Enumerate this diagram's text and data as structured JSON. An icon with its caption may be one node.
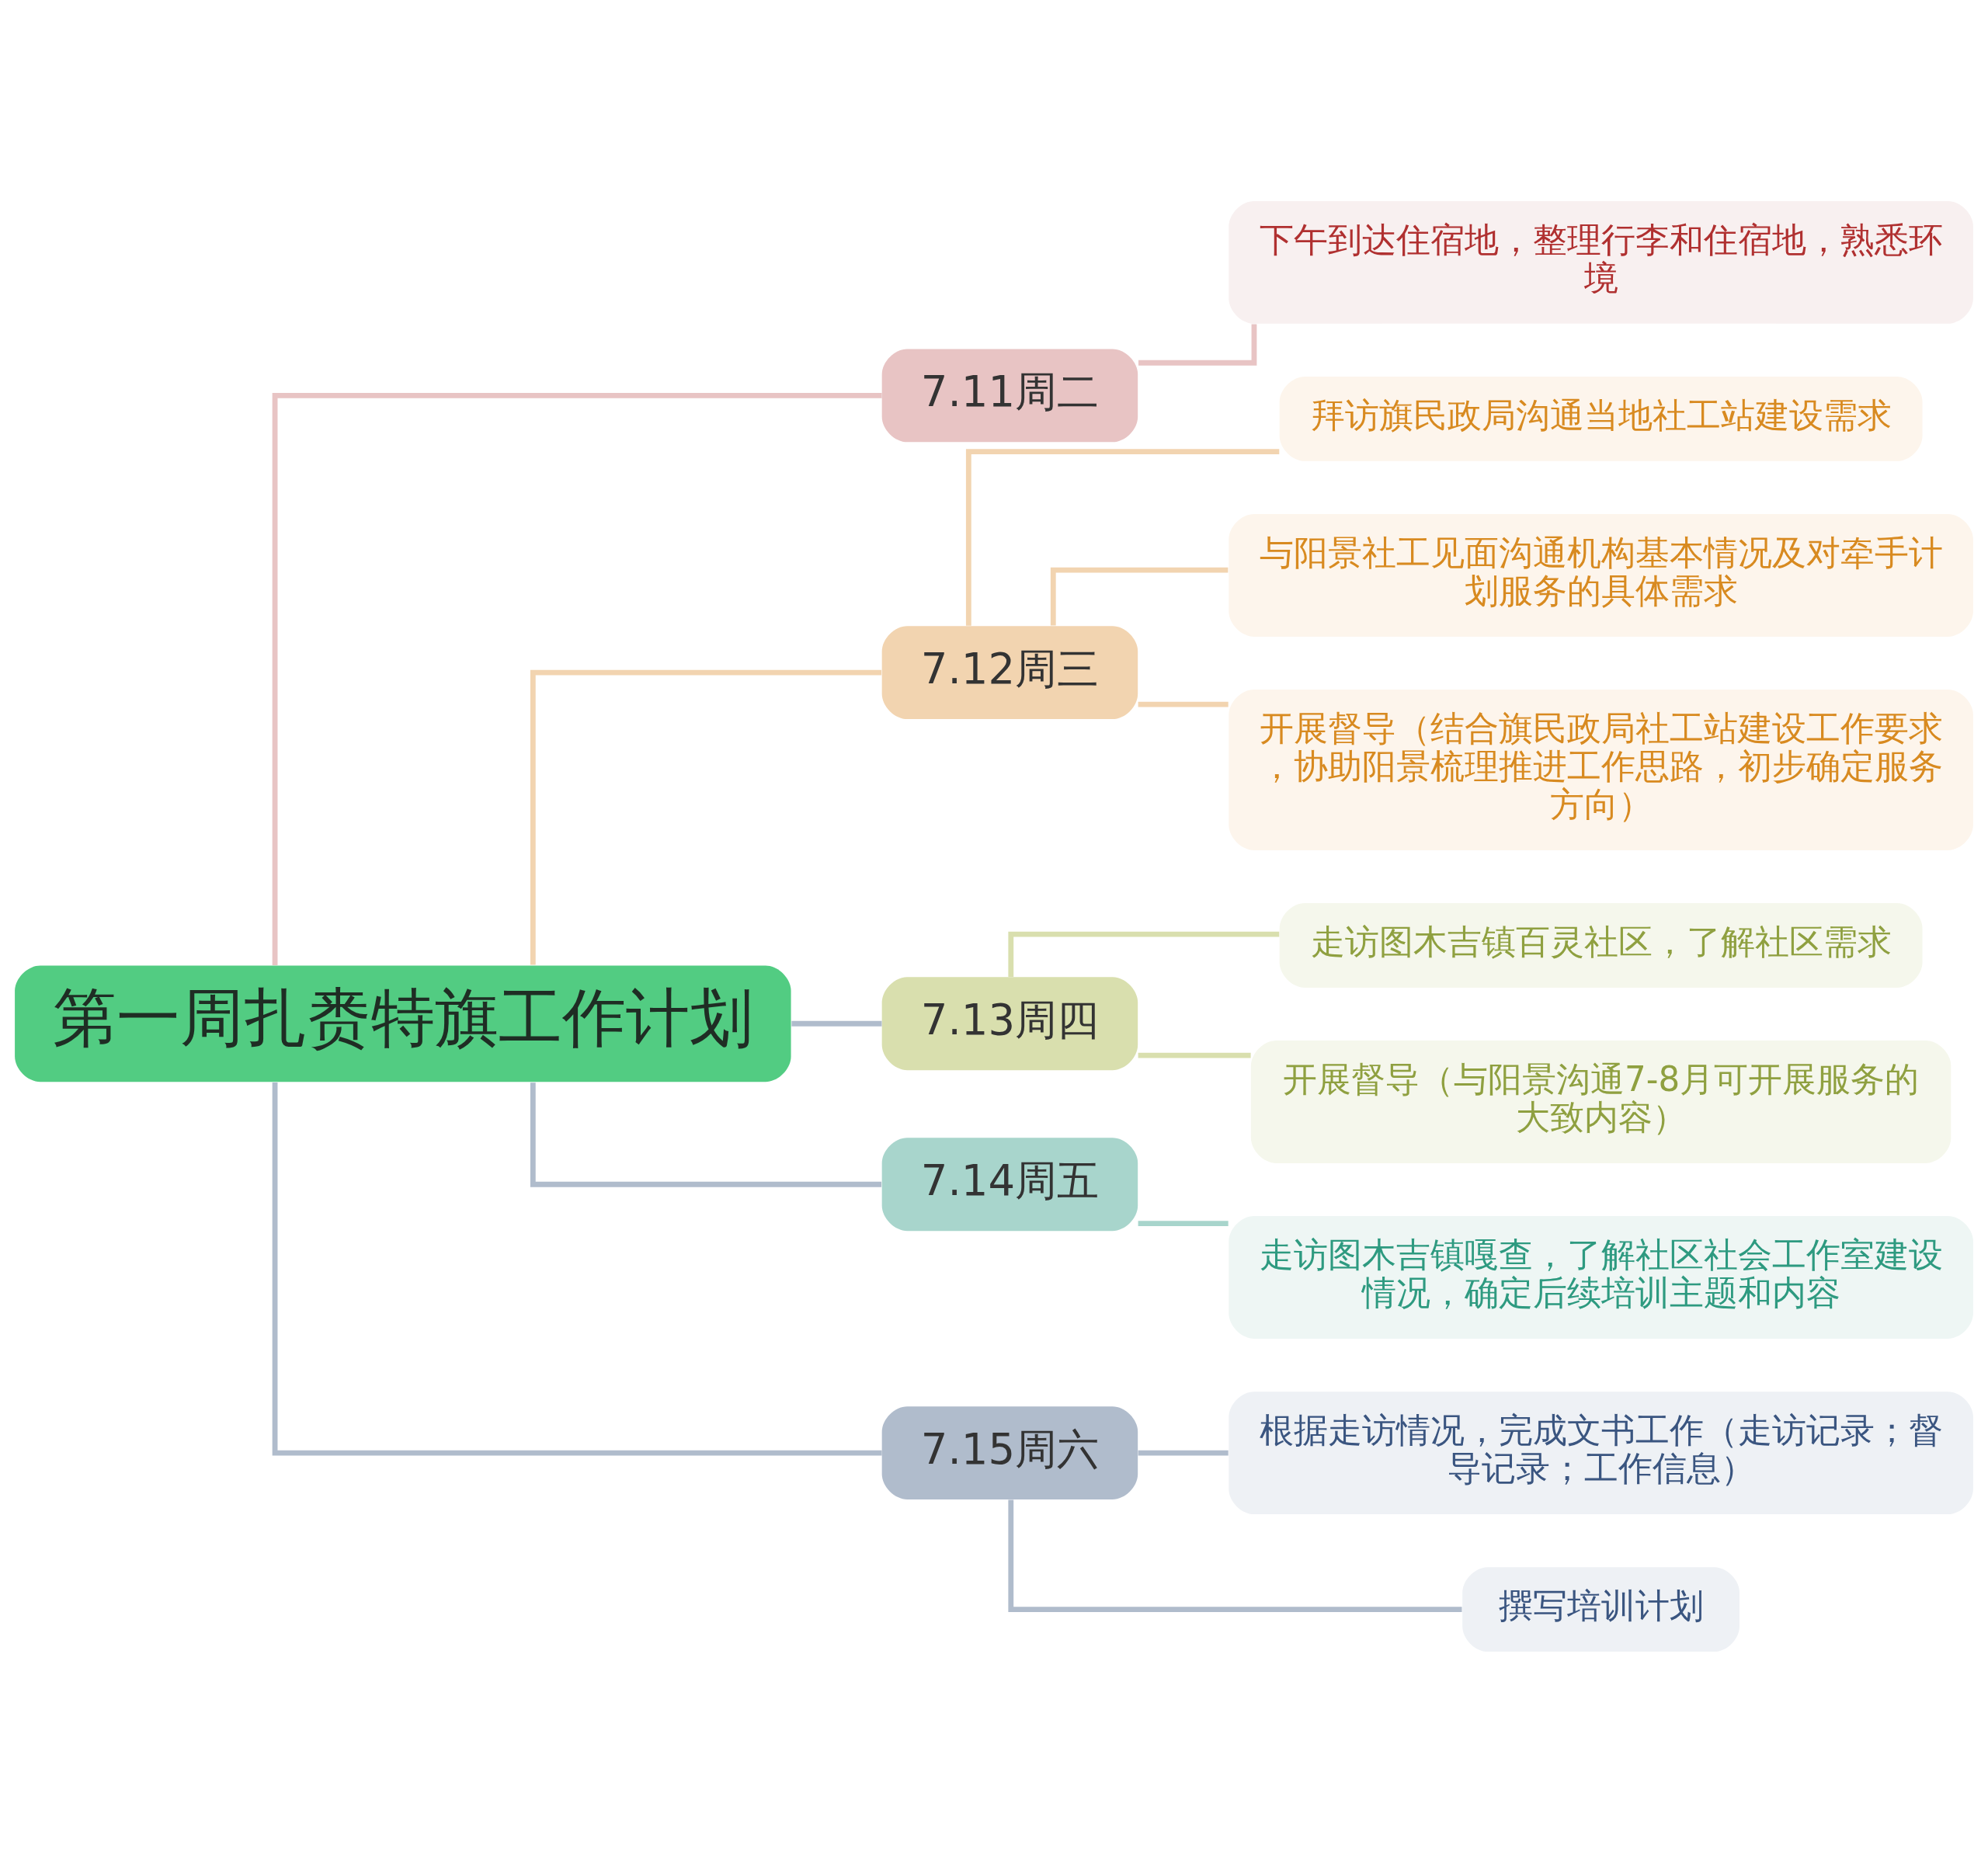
{
  "diagram": {
    "nodes": [
      {
        "text": [
          "第一周扎赉特旗工作计划"
        ]
      },
      {
        "text": [
          "7.11周二"
        ]
      },
      {
        "text": [
          "下午到达住宿地，整理行李和住宿地，熟悉环境"
        ]
      },
      {
        "text": [
          "7.12周三"
        ]
      },
      {
        "text": [
          "拜访旗民政局沟通当地社工站建设需求"
        ]
      },
      {
        "text": [
          "与阳景社工见面沟通机构基本情况及对牵手计划服务的具体需求"
        ]
      },
      {
        "text": [
          "开展督导（结合旗民政局社工站建设工作要求，协助阳景梳理推进工作思路，初步确定服务方向）"
        ]
      },
      {
        "text": [
          "7.13周四"
        ]
      },
      {
        "text": [
          "走访图木吉镇百灵社区，了解社区需求"
        ]
      },
      {
        "text": [
          "开展督导（与阳景沟通7-8月可开展服务的大致内容）"
        ]
      },
      {
        "text": [
          "7.14周五"
        ]
      },
      {
        "text": [
          "走访图木吉镇嘎查，了解社区社会工作室建设情况，确定后续培训主题和内容"
        ]
      },
      {
        "text": [
          "7.15周六"
        ]
      },
      {
        "text": [
          "根据走访情况，完成文书工作（走访记录；督导记录；工作信息）"
        ]
      },
      {
        "text": [
          "撰写培训计划"
        ]
      }
    ],
    "edges": [
      {
        "from": 0,
        "to": 1,
        "arrow": "none",
        "color": "#e8c4c4"
      },
      {
        "from": 1,
        "to": 2,
        "arrow": "none",
        "color": "#e8c4c4"
      },
      {
        "from": 0,
        "to": 3,
        "arrow": "none",
        "color": "#f2d4b0"
      },
      {
        "from": 3,
        "to": 4,
        "arrow": "none",
        "color": "#f2d4b0"
      },
      {
        "from": 3,
        "to": 5,
        "arrow": "none",
        "color": "#f2d4b0"
      },
      {
        "from": 3,
        "to": 6,
        "arrow": "none",
        "color": "#f2d4b0"
      },
      {
        "from": 0,
        "to": 7,
        "arrow": "none",
        "color": "#b0bccc"
      },
      {
        "from": 7,
        "to": 8,
        "arrow": "none",
        "color": "#d9dfae"
      },
      {
        "from": 7,
        "to": 9,
        "arrow": "none",
        "color": "#d9dfae"
      },
      {
        "from": 0,
        "to": 10,
        "arrow": "none",
        "color": "#b0bccc"
      },
      {
        "from": 10,
        "to": 11,
        "arrow": "none",
        "color": "#a8d5cc"
      },
      {
        "from": 0,
        "to": 12,
        "arrow": "none",
        "color": "#b0bccc"
      },
      {
        "from": 12,
        "to": 13,
        "arrow": "none",
        "color": "#b0bccc"
      },
      {
        "from": 12,
        "to": 14,
        "arrow": "none",
        "color": "#b0bccc"
      }
    ]
  }
}
